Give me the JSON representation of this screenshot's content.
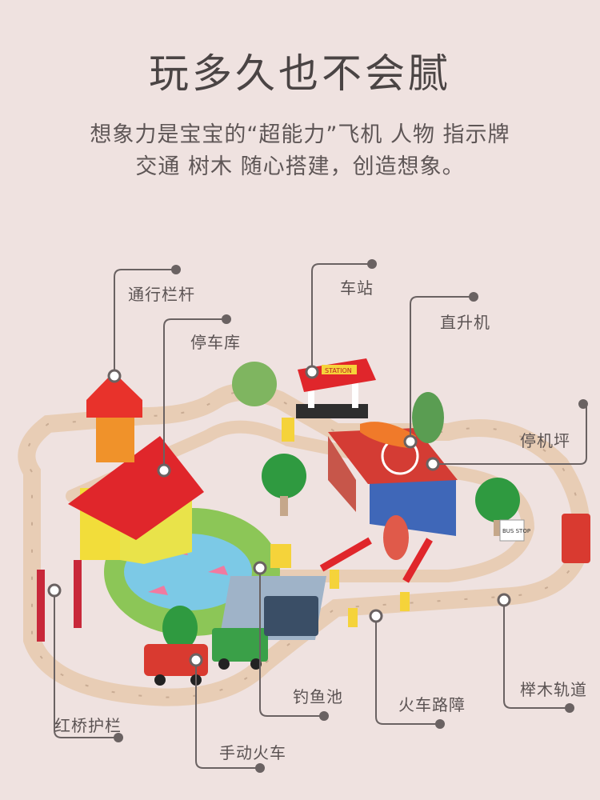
{
  "headline": "玩多久也不会腻",
  "subtitle": [
    "想象力是宝宝的“超能力”飞机 人物 指示牌",
    "交通 树木 随心搭建，创造想象。"
  ],
  "callouts": [
    {
      "label": "通行栏杆"
    },
    {
      "label": "停车库"
    },
    {
      "label": "车站"
    },
    {
      "label": "直升机"
    },
    {
      "label": "停机坪"
    },
    {
      "label": "红桥护栏"
    },
    {
      "label": "手动火车"
    },
    {
      "label": "钓鱼池"
    },
    {
      "label": "火车路障"
    },
    {
      "label": "榉木轨道"
    }
  ],
  "toy_text": {
    "station_sign": "STATION",
    "bus_sign": "BUS STOP"
  },
  "colors": {
    "background": "#efe2e0",
    "line": "#6a6262",
    "track": "#ead2bc",
    "roof_red": "#e0262b"
  }
}
